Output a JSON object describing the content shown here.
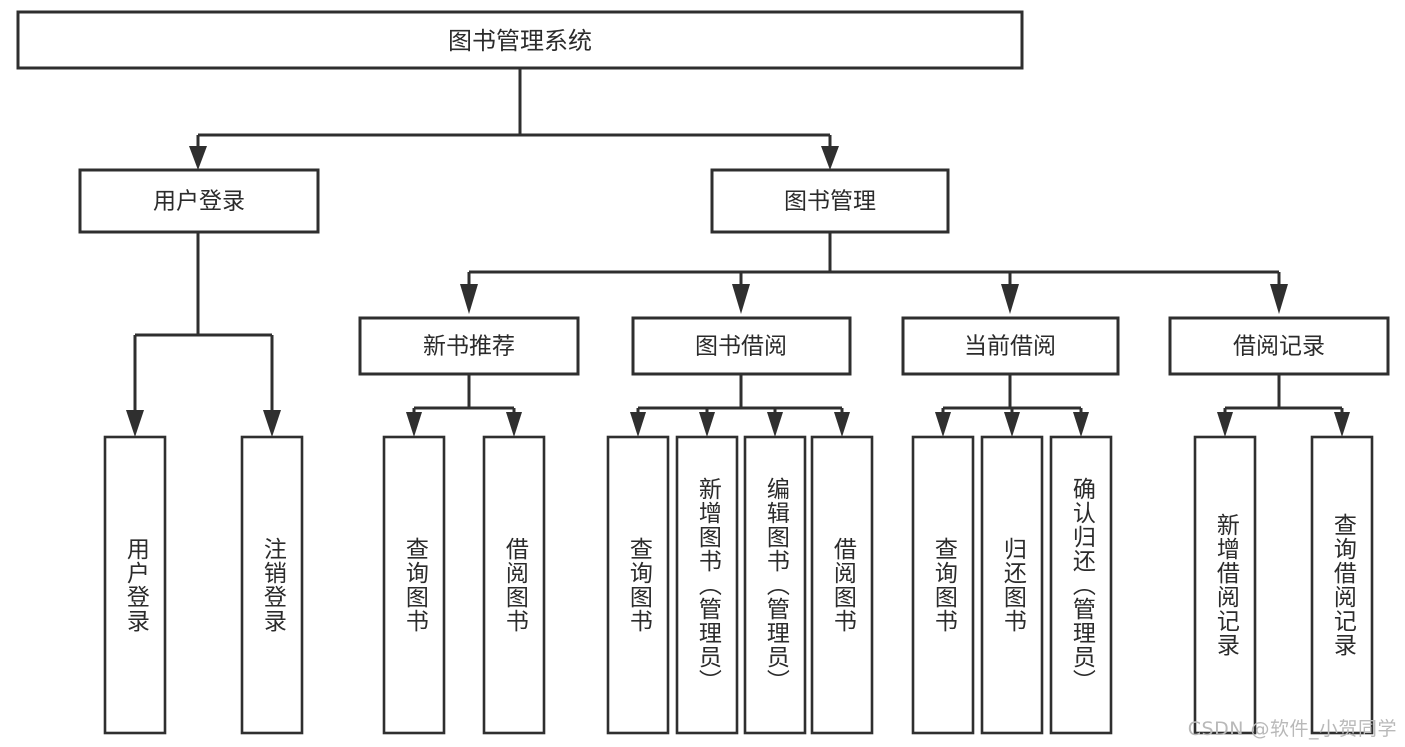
{
  "diagram": {
    "title": "图书管理系统",
    "type": "hierarchy-tree",
    "orientation": "top-down",
    "levels": 4,
    "root": {
      "id": "root",
      "label": "图书管理系统"
    },
    "level2": [
      {
        "id": "user-login",
        "label": "用户登录"
      },
      {
        "id": "book-management",
        "label": "图书管理"
      }
    ],
    "level3": [
      {
        "id": "new-book-recommend",
        "label": "新书推荐",
        "parent": "book-management"
      },
      {
        "id": "book-borrow",
        "label": "图书借阅",
        "parent": "book-management"
      },
      {
        "id": "current-borrow",
        "label": "当前借阅",
        "parent": "book-management"
      },
      {
        "id": "borrow-record",
        "label": "借阅记录",
        "parent": "book-management"
      }
    ],
    "leaves": [
      {
        "id": "leaf-user-login",
        "label": "用户登录",
        "parent": "user-login"
      },
      {
        "id": "leaf-user-logout",
        "label": "注销登录",
        "parent": "user-login"
      },
      {
        "id": "leaf-query-book-1",
        "label": "查询图书",
        "parent": "new-book-recommend"
      },
      {
        "id": "leaf-borrow-book-1",
        "label": "借阅图书",
        "parent": "new-book-recommend"
      },
      {
        "id": "leaf-query-book-2",
        "label": "查询图书",
        "parent": "book-borrow"
      },
      {
        "id": "leaf-add-book",
        "label": "新增图书（管理员）",
        "parent": "book-borrow"
      },
      {
        "id": "leaf-edit-book",
        "label": "编辑图书（管理员）",
        "parent": "book-borrow"
      },
      {
        "id": "leaf-borrow-book-2",
        "label": "借阅图书",
        "parent": "book-borrow"
      },
      {
        "id": "leaf-query-book-3",
        "label": "查询图书",
        "parent": "current-borrow"
      },
      {
        "id": "leaf-return-book",
        "label": "归还图书",
        "parent": "current-borrow"
      },
      {
        "id": "leaf-confirm-return",
        "label": "确认归还（管理员）",
        "parent": "current-borrow"
      },
      {
        "id": "leaf-add-record",
        "label": "新增借阅记录",
        "parent": "borrow-record"
      },
      {
        "id": "leaf-query-record",
        "label": "查询借阅记录",
        "parent": "borrow-record"
      }
    ],
    "colors": {
      "stroke": "#2f2f2f",
      "fill": "#ffffff",
      "text": "#2b2b2b",
      "watermark": "#b9b9b9"
    }
  },
  "watermark": {
    "text": "CSDN @软件_小贺同学"
  }
}
